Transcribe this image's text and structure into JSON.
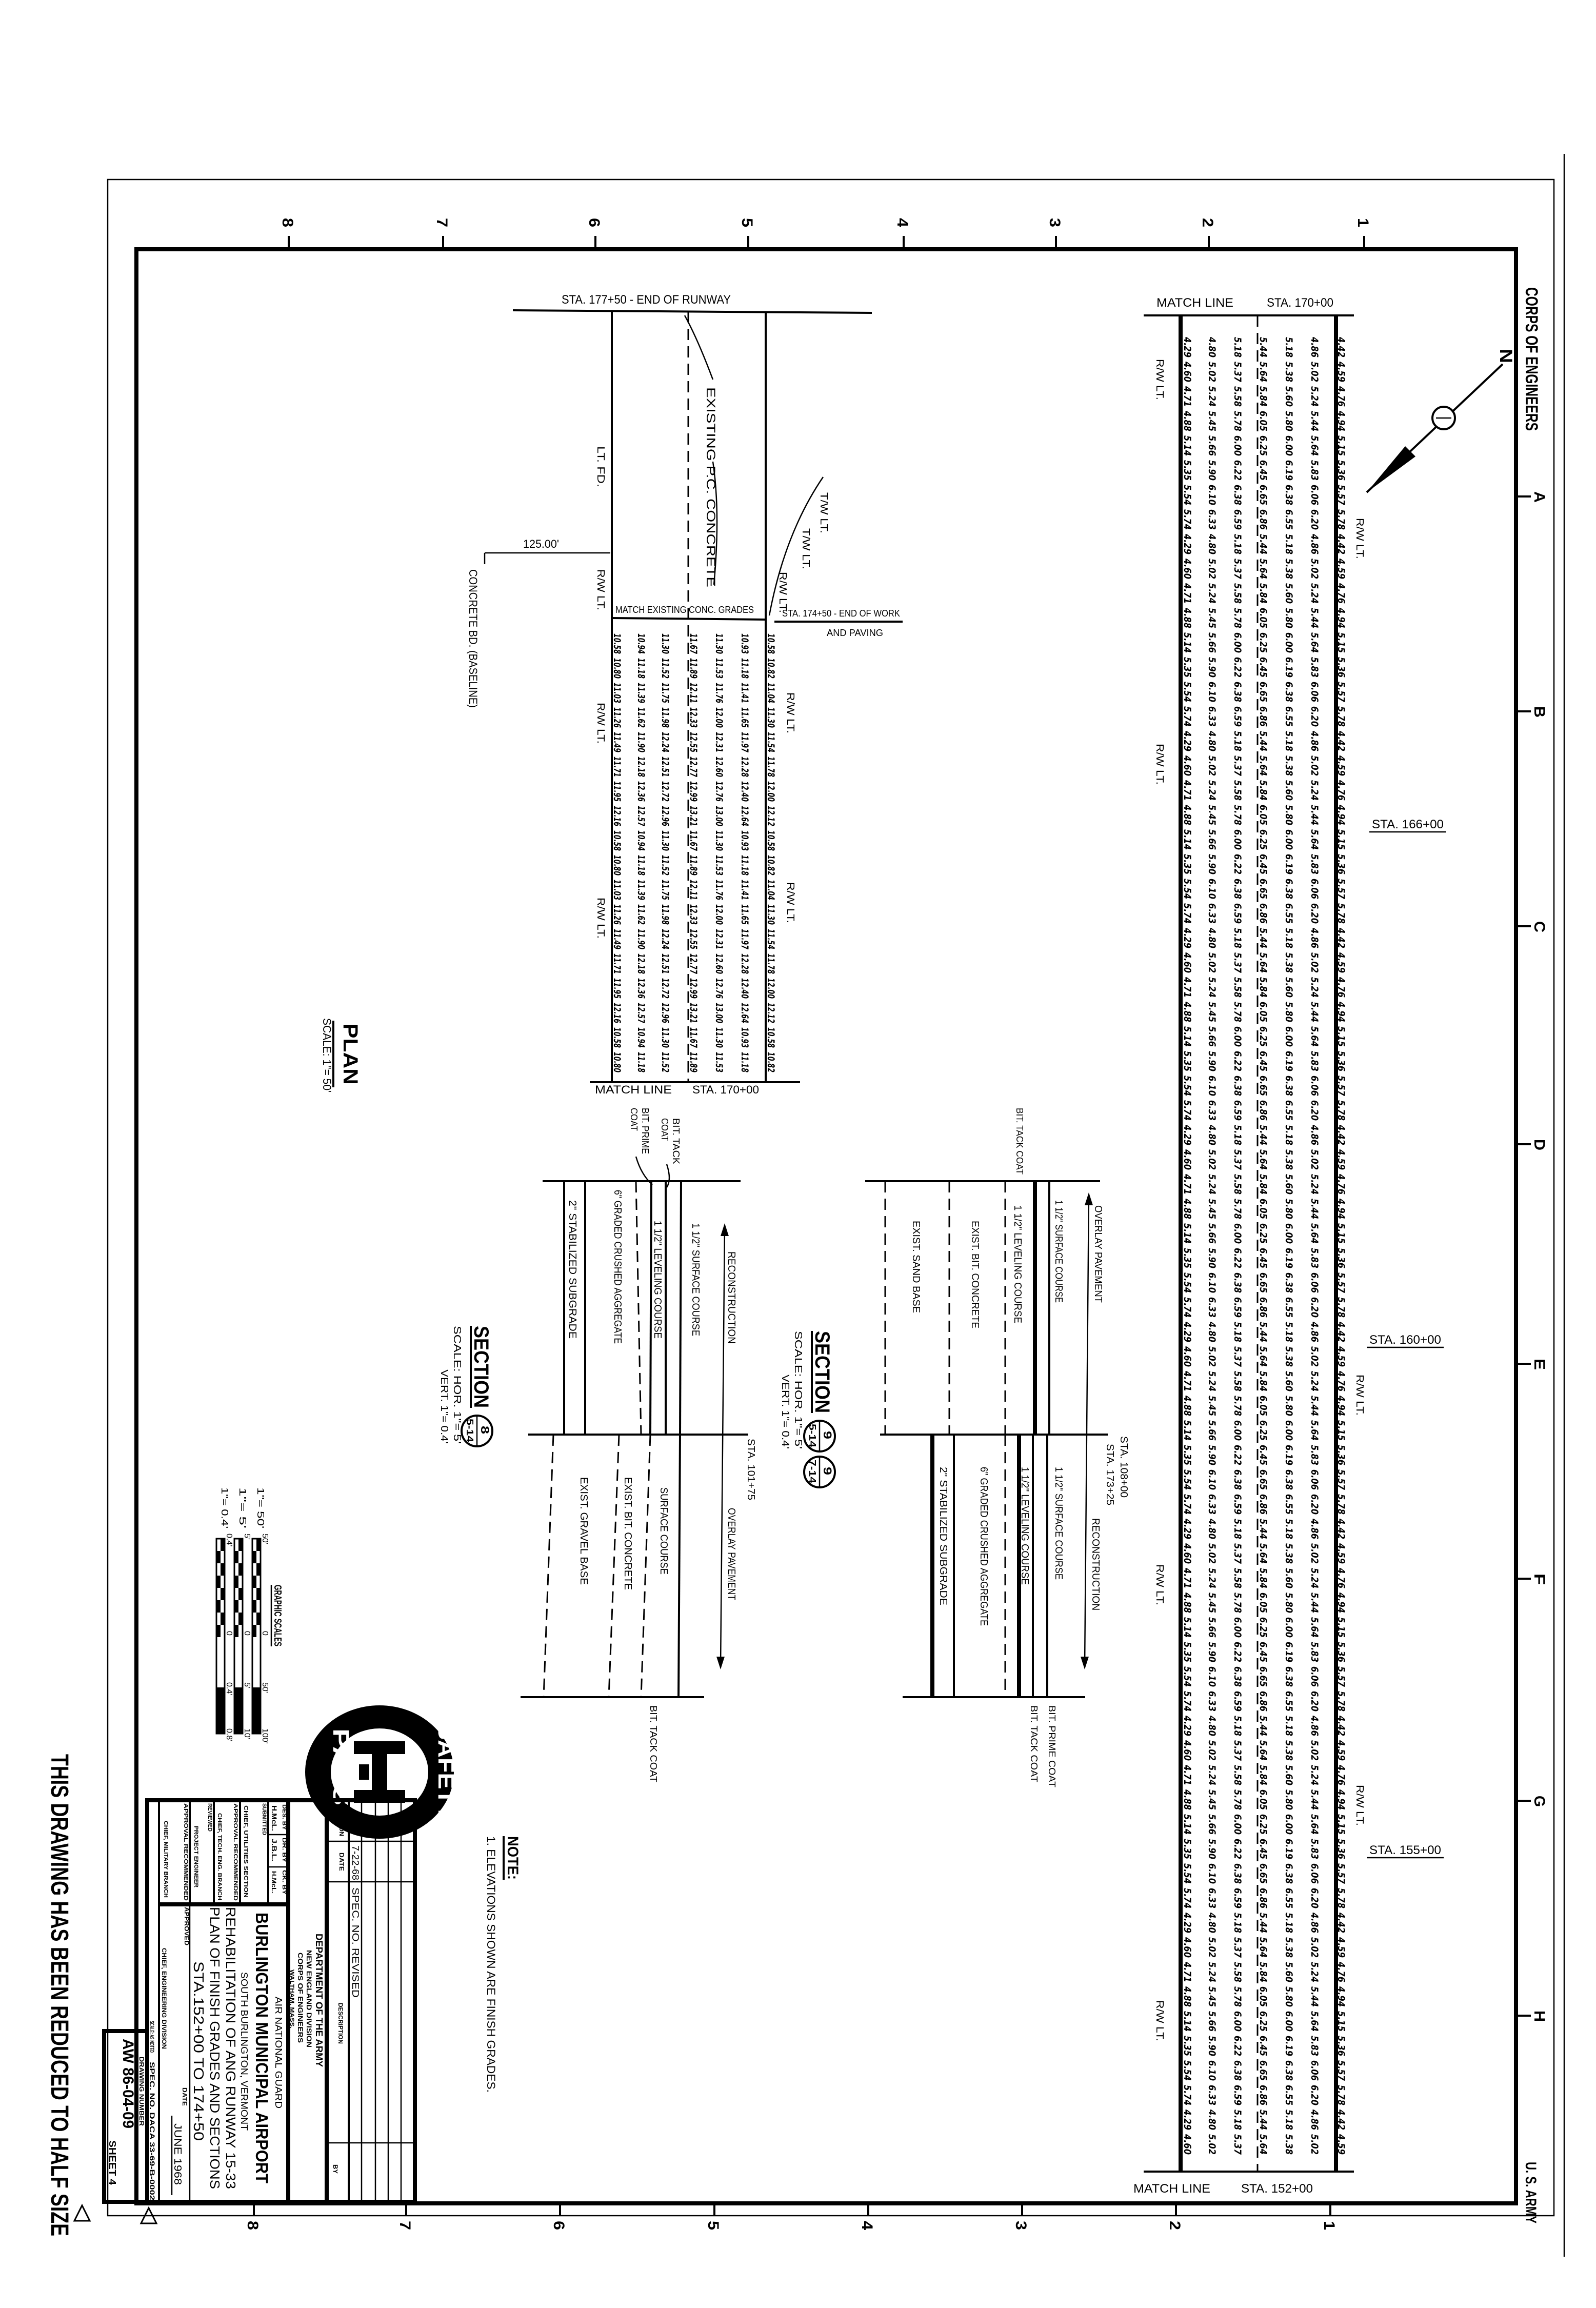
{
  "sheet": {
    "side_label_top": "CORPS OF ENGINEERS",
    "side_label_bottom": "U. S. ARMY",
    "reduction_notice": "THIS DRAWING HAS BEEN REDUCED TO HALF SIZE",
    "grid_numbers": [
      "8",
      "7",
      "6",
      "5",
      "4",
      "3",
      "2",
      "1"
    ],
    "grid_letters": [
      "A",
      "B",
      "C",
      "D",
      "E",
      "F",
      "G",
      "H"
    ],
    "north_label": "N"
  },
  "plan": {
    "title": "PLAN",
    "scale": "SCALE: 1\"= 50'",
    "end_of_runway": "STA. 177+50 - END OF RUNWAY",
    "existing_concrete": "EXISTING P.C. CONCRETE",
    "match_existing": "MATCH EXISTING CONC. GRADES",
    "end_of_work_1": "STA. 174+50 - END OF WORK",
    "end_of_work_2": "AND PAVING",
    "dimension": "125.00'",
    "baseline": "CONCRETE BD. (BASELINE)",
    "lt_fd": "LT. FD.",
    "rw_lt": "R/W LT.",
    "tw_lt": "T/W LT.",
    "match_line": "MATCH LINE",
    "match_sta": "STA. 170+00",
    "grades": [
      [
        "10.58",
        "10.94",
        "11.30",
        "11.67",
        "11.30",
        "10.93",
        "10.58"
      ],
      [
        "10.80",
        "11.18",
        "11.52",
        "11.89",
        "11.53",
        "11.18",
        "10.82"
      ],
      [
        "11.03",
        "11.39",
        "11.75",
        "12.11",
        "11.76",
        "11.41",
        "11.04"
      ],
      [
        "11.26",
        "11.62",
        "11.98",
        "12.33",
        "12.00",
        "11.65",
        "11.30"
      ],
      [
        "11.49",
        "11.90",
        "12.24",
        "12.55",
        "12.31",
        "11.97",
        "11.54"
      ],
      [
        "11.71",
        "12.18",
        "12.51",
        "12.77",
        "12.60",
        "12.28",
        "11.78"
      ],
      [
        "11.95",
        "12.36",
        "12.72",
        "12.99",
        "12.76",
        "12.40",
        "12.00"
      ],
      [
        "12.16",
        "12.57",
        "12.96",
        "13.21",
        "13.00",
        "12.64",
        "12.12"
      ]
    ]
  },
  "runway": {
    "match_line": "MATCH LINE",
    "top_sta": "STA. 170+00",
    "bottom_sta": "STA. 152+00",
    "stations": [
      "STA. 166+00",
      "STA. 160+00",
      "STA. 155+00"
    ],
    "rw_lt": "R/W LT.",
    "grades": [
      [
        "4.29",
        "4.80",
        "5.18",
        "5.44",
        "5.18",
        "4.86",
        "4.42"
      ],
      [
        "4.60",
        "5.02",
        "5.37",
        "5.64",
        "5.38",
        "5.02",
        "4.59"
      ],
      [
        "4.71",
        "5.24",
        "5.58",
        "5.84",
        "5.60",
        "5.24",
        "4.76"
      ],
      [
        "4.88",
        "5.45",
        "5.78",
        "6.05",
        "5.80",
        "5.44",
        "4.94"
      ],
      [
        "5.14",
        "5.66",
        "6.00",
        "6.25",
        "6.00",
        "5.64",
        "5.15"
      ],
      [
        "5.35",
        "5.90",
        "6.22",
        "6.45",
        "6.19",
        "5.83",
        "5.36"
      ],
      [
        "5.54",
        "6.10",
        "6.38",
        "6.65",
        "6.38",
        "6.06",
        "5.57"
      ],
      [
        "5.74",
        "6.33",
        "6.59",
        "6.86",
        "6.55",
        "6.20",
        "5.78"
      ]
    ]
  },
  "section_a": {
    "title": "SECTION",
    "ref_num": "8",
    "ref_sheet": "5-14",
    "scale_hor": "SCALE: HOR. 1\"= 5'",
    "scale_vert": "VERT. 1\"= 0.4'",
    "station": "STA. 101+75",
    "reconstruction": "RECONSTRUCTION",
    "overlay": "OVERLAY PAVEMENT",
    "stabilized": "2\" STABILIZED SUBGRADE",
    "graded": "6\" GRADED CRUSHED AGGREGATE",
    "leveling": "1 1/2\" LEVELING COURSE",
    "surface": "1 1/2\" SURFACE COURSE",
    "surface_course": "SURFACE COURSE",
    "exist_gravel": "EXIST. GRAVEL BASE",
    "exist_bit": "EXIST. BIT. CONCRETE",
    "prime_coat_1": "BIT. PRIME",
    "prime_coat_2": "COAT",
    "tack_coat_1": "BIT. TACK",
    "tack_coat_2": "COAT",
    "tack_coat": "BIT. TACK COAT"
  },
  "section_b": {
    "title": "SECTION",
    "ref_num_1": "9",
    "ref_sheet_1": "5-14",
    "ref_num_2": "9",
    "ref_sheet_2": "7-14",
    "scale_hor": "SCALE: HOR. 1\"= 5'",
    "scale_vert": "VERT. 1\"= 0.4'",
    "station_1": "STA. 108+00",
    "station_2": "STA. 173+25",
    "reconstruction": "RECONSTRUCTION",
    "overlay": "OVERLAY PAVEMENT",
    "exist_sand": "EXIST. SAND BASE",
    "exist_bit": "EXIST. BIT. CONCRETE",
    "leveling": "1 1/2\" LEVELING COURSE",
    "surface": "1 1/2\" SURFACE COURSE",
    "stabilized": "2\" STABILIZED SUBGRADE",
    "graded": "6\" GRADED CRUSHED AGGREGATE",
    "tack_coat": "BIT. TACK COAT",
    "prime_coat": "BIT. PRIME COAT"
  },
  "graphic_scales": {
    "title": "GRAPHIC SCALES",
    "scales": [
      {
        "name": "1\"= 50'",
        "ticks": [
          "50'",
          "0",
          "50'",
          "100'"
        ]
      },
      {
        "name": "1\"= 5'",
        "ticks": [
          "5'",
          "0",
          "5'",
          "10'"
        ]
      },
      {
        "name": "1\"= 0.4'",
        "ticks": [
          "0.4'",
          "0",
          "0.4'",
          "0.8'"
        ]
      }
    ]
  },
  "safety_logo": {
    "top": "SAFETY",
    "bottom": "PAYS"
  },
  "notes": {
    "title": "NOTE:",
    "items": [
      "1. ELEVATIONS SHOWN ARE FINISH GRADES."
    ]
  },
  "title_block": {
    "revision_header": "REVISION",
    "date_header": "DATE",
    "description_header": "DESCRIPTION",
    "by_header": "BY",
    "revision": {
      "date": "7-22-68",
      "description": "SPEC. NO. REVISED"
    },
    "department": "DEPARTMENT OF THE ARMY",
    "division": "NEW ENGLAND DIVISION",
    "corps": "CORPS OF ENGINEERS",
    "location": "WALTHAM, MASS.",
    "des_by_label": "DES. BY",
    "des_by": "H.McL.",
    "dr_by_label": "DR. BY",
    "dr_by": "J.B.L.",
    "ck_by_label": "CK. BY",
    "ck_by": "H.McL.",
    "submitted": "SUBMITTED",
    "chief_utilities": "CHIEF, UTILITIES SECTION",
    "approval_recommended": "APPROVAL RECOMMENDED",
    "chief_tech": "CHIEF, TECH. ENG. BRANCH",
    "reviewed": "REVIEWED",
    "project_engineer": "PROJECT ENGINEER",
    "chief_military": "CHIEF, MILITARY BRANCH",
    "agency": "AIR NATIONAL GUARD",
    "project": "BURLINGTON MUNICIPAL AIRPORT",
    "city": "SOUTH BURLINGTON, VERMONT",
    "line1": "REHABILITATION OF ANG RUNWAY 15-33",
    "line2": "PLAN OF FINISH GRADES AND SECTIONS",
    "line3": "STA.152+00 TO 174+50",
    "approved": "APPROVED",
    "chief_engineering": "CHIEF, ENGINEERING DIVISION",
    "date_label": "DATE",
    "date": "JUNE 1968",
    "scale": "SCALE: AS NOTED",
    "spec_no": "SPEC. NO. DACA 33-69-B-0002",
    "drawing_number_label": "DRAWING NUMBER",
    "drawing_number": "AW 86-04-09",
    "sheet": "SHEET 4"
  }
}
